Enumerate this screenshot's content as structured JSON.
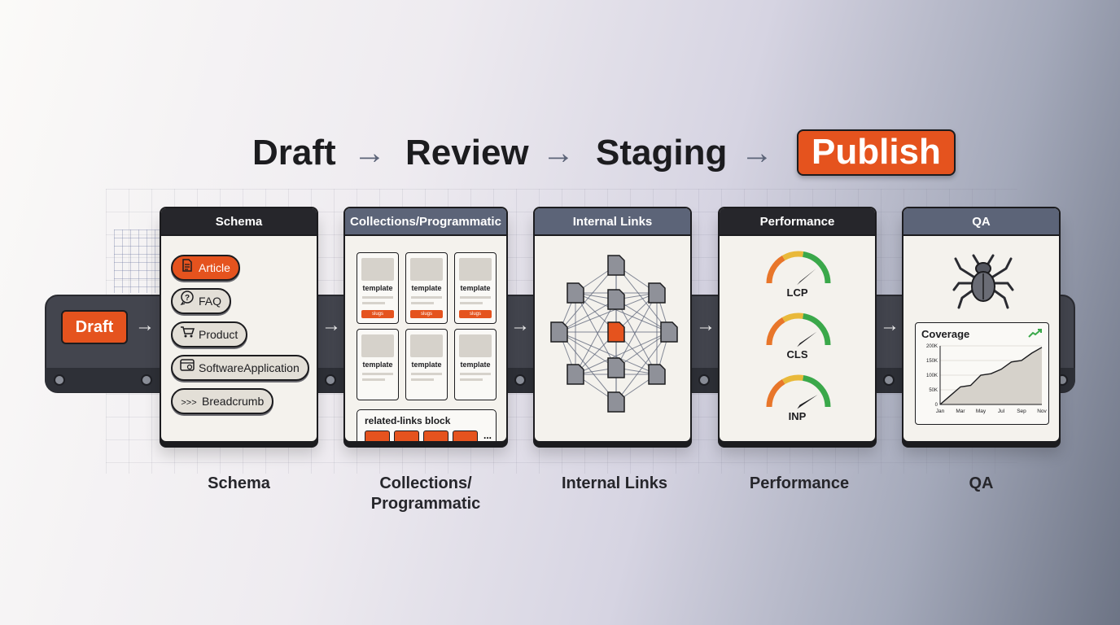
{
  "pipeline": {
    "draft": "Draft",
    "review": "Review",
    "staging": "Staging",
    "publish": "Publish",
    "arrow": "→"
  },
  "conveyor": {
    "draft_chip": "Draft",
    "arrow": "→"
  },
  "panels": {
    "schema": {
      "header": "Schema",
      "caption": "Schema",
      "types": [
        {
          "label": "Article",
          "icon": "document-icon",
          "active": true
        },
        {
          "label": "FAQ",
          "icon": "question-bubble-icon",
          "active": false
        },
        {
          "label": "Product",
          "icon": "cart-icon",
          "active": false
        },
        {
          "label": "SoftwareApplication",
          "icon": "app-window-icon",
          "active": false
        },
        {
          "label": "Breadcrumb",
          "icon": "breadcrumb-icon",
          "active": false
        }
      ],
      "breadcrumb_glyph": ">>>"
    },
    "collections": {
      "header": "Collections/Programmatic",
      "caption_line1": "Collections/",
      "caption_line2": "Programmatic",
      "template_label": "template",
      "slug_label": "slugs",
      "related_title": "related-links block",
      "related_more": "..."
    },
    "internal_links": {
      "header": "Internal Links",
      "caption": "Internal Links"
    },
    "performance": {
      "header": "Performance",
      "caption": "Performance",
      "gauges": [
        {
          "label": "LCP",
          "level": 0.78
        },
        {
          "label": "CLS",
          "level": 0.8
        },
        {
          "label": "INP",
          "level": 0.82
        }
      ]
    },
    "qa": {
      "header": "QA",
      "caption": "QA",
      "coverage": {
        "title": "Coverage",
        "trend_icon": "trend-up-icon"
      }
    }
  },
  "chart_data": {
    "type": "area",
    "title": "Coverage",
    "categories": [
      "Jan",
      "Mar",
      "May",
      "Jul",
      "Sep",
      "Nov"
    ],
    "x": [
      0,
      1,
      2,
      3,
      4,
      5,
      6,
      7,
      8,
      9,
      10
    ],
    "values": [
      0,
      30000,
      60000,
      65000,
      100000,
      105000,
      120000,
      145000,
      150000,
      175000,
      195000
    ],
    "yticks": [
      "200K",
      "150K",
      "100K",
      "50K",
      "0"
    ],
    "ylim": [
      0,
      200000
    ],
    "grid": true,
    "legend": "none"
  },
  "colors": {
    "accent": "#e5531e",
    "dark": "#26262b",
    "slate": "#5c6478",
    "gauge_orange": "#e8762a",
    "gauge_green": "#3aa84a"
  }
}
